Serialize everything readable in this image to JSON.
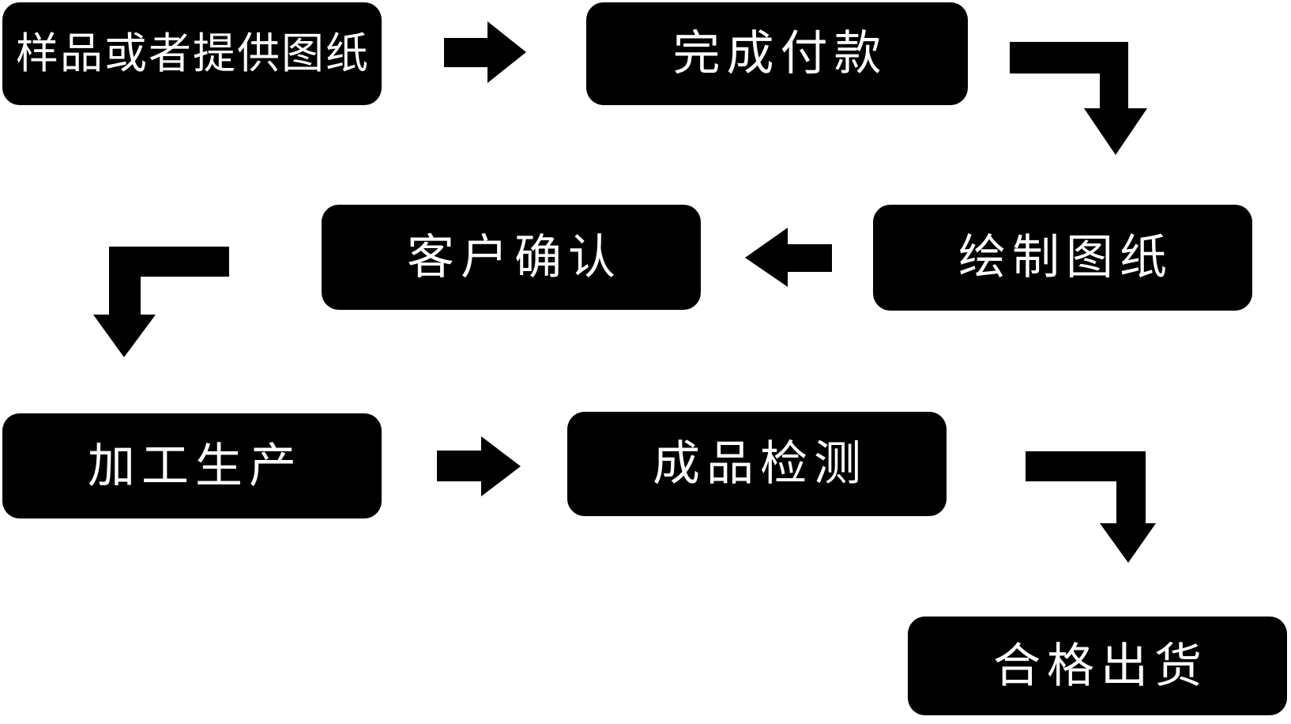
{
  "diagram": {
    "type": "flowchart",
    "language": "zh-CN",
    "colors": {
      "background": "#ffffff",
      "node_fill": "#000000",
      "node_text": "#ffffff",
      "arrow": "#000000"
    },
    "nodes": [
      {
        "id": "sample-or-drawings",
        "step": 1,
        "label": "样品或者提供图纸"
      },
      {
        "id": "complete-payment",
        "step": 2,
        "label": "完成付款"
      },
      {
        "id": "draw-drawings",
        "step": 3,
        "label": "绘制图纸"
      },
      {
        "id": "customer-confirmation",
        "step": 4,
        "label": "客户确认"
      },
      {
        "id": "processing-production",
        "step": 5,
        "label": "加工生产"
      },
      {
        "id": "product-inspection",
        "step": 6,
        "label": "成品检测"
      },
      {
        "id": "qualified-shipment",
        "step": 7,
        "label": "合格出货"
      }
    ],
    "connections": [
      {
        "from": "sample-or-drawings",
        "to": "complete-payment",
        "shape": "straight-right"
      },
      {
        "from": "complete-payment",
        "to": "draw-drawings",
        "shape": "elbow-right-down"
      },
      {
        "from": "draw-drawings",
        "to": "customer-confirmation",
        "shape": "straight-left"
      },
      {
        "from": "customer-confirmation",
        "to": "processing-production",
        "shape": "elbow-left-down"
      },
      {
        "from": "processing-production",
        "to": "product-inspection",
        "shape": "straight-right"
      },
      {
        "from": "product-inspection",
        "to": "qualified-shipment",
        "shape": "elbow-right-down"
      }
    ]
  }
}
